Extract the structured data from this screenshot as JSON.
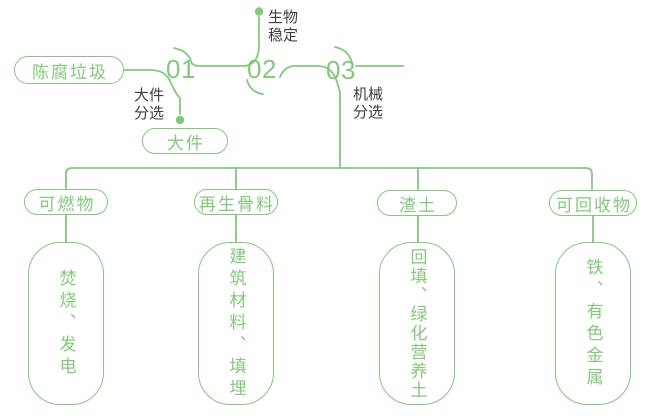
{
  "colors": {
    "green": "#84c87c",
    "dark": "#3f3f3f",
    "background": "#ffffff"
  },
  "diagram": {
    "source_label": "陈腐垃圾",
    "steps": [
      {
        "number": "01",
        "process_label": "大件分选",
        "output_label": "大件"
      },
      {
        "number": "02",
        "process_label": "生物稳定"
      },
      {
        "number": "03",
        "process_label": "机械分选"
      }
    ],
    "branches": [
      {
        "category_label": "可燃物",
        "result_label": "焚烧、发电"
      },
      {
        "category_label": "再生骨料",
        "result_label": "建筑材料、填埋"
      },
      {
        "category_label": "渣土",
        "result_label": "回填、绿化营养土"
      },
      {
        "category_label": "可回收物",
        "result_label": "铁、有色金属"
      }
    ]
  }
}
